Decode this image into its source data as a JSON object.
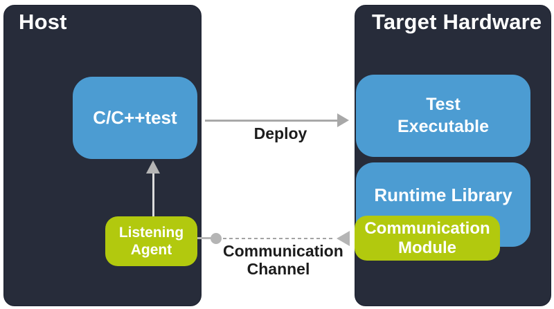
{
  "diagram": {
    "host": {
      "title": "Host",
      "cpptest_label": "C/C++test",
      "listening_agent": {
        "line1": "Listening",
        "line2": "Agent"
      }
    },
    "target": {
      "title": "Target Hardware",
      "test_executable": {
        "line1": "Test",
        "line2": "Executable"
      },
      "runtime_library_label": "Runtime Library",
      "communication_module": {
        "line1": "Communication",
        "line2": "Module"
      }
    },
    "connectors": {
      "deploy_label": "Deploy",
      "communication_channel": {
        "line1": "Communication",
        "line2": "Channel"
      }
    },
    "colors": {
      "panel_dark": "#272c3a",
      "box_blue": "#4c9cd2",
      "box_green": "#b2c90e",
      "arrow_gray": "#a8a8a8",
      "arrow_light_gray": "#b5b5b5",
      "label_dark": "#1c1c1c",
      "text_white": "#ffffff",
      "background": "#ffffff"
    }
  }
}
